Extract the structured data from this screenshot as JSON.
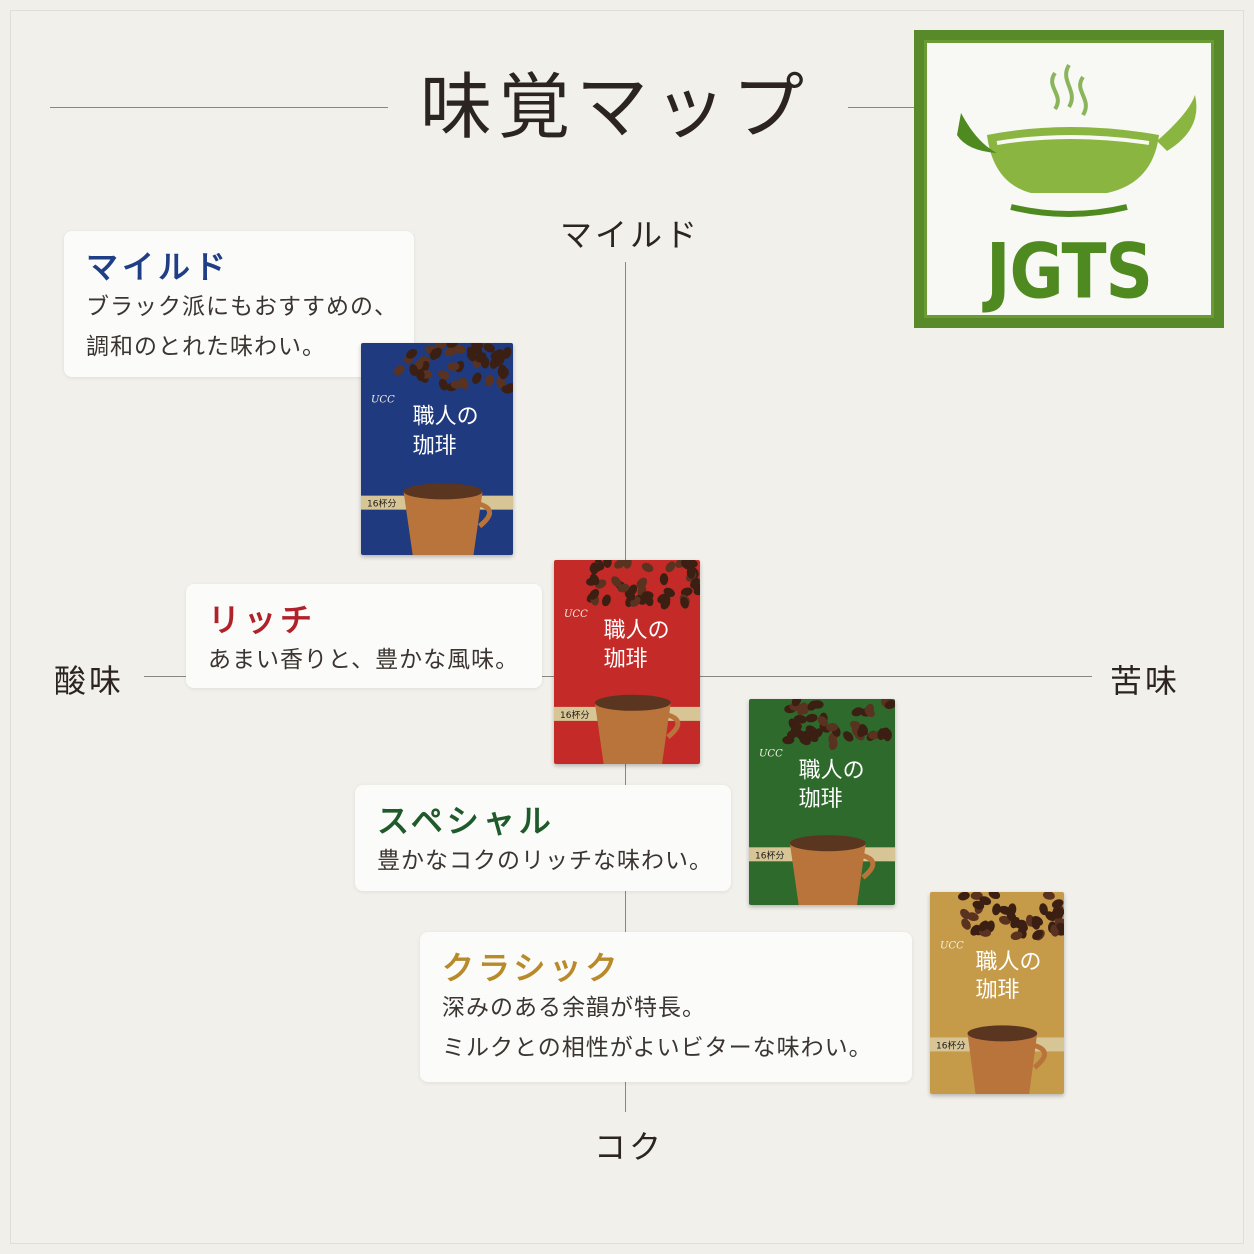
{
  "title": "味覚マップ",
  "axes": {
    "top": "マイルド",
    "bottom": "コク",
    "left": "酸味",
    "right": "苦味"
  },
  "logo": {
    "text": "JGTS",
    "icon": "green-tea-cup-icon"
  },
  "products": [
    {
      "id": "mild",
      "name": "マイルド",
      "name_color": "#1f3e86",
      "desc_lines": [
        "ブラック派にもおすすめの、",
        "調和のとれた味わい。"
      ],
      "pack_color": "#1f3a7e",
      "pack_brand": "UCC",
      "pack_title": "職人の珈琲",
      "pack_count": "16杯分"
    },
    {
      "id": "rich",
      "name": "リッチ",
      "name_color": "#b1212a",
      "desc_lines": [
        "あまい香りと、豊かな風味。"
      ],
      "pack_color": "#c42a27",
      "pack_brand": "UCC",
      "pack_title": "職人の珈琲",
      "pack_count": "16杯分"
    },
    {
      "id": "special",
      "name": "スペシャル",
      "name_color": "#1f5a2a",
      "desc_lines": [
        "豊かなコクのリッチな味わい。"
      ],
      "pack_color": "#2d6a2c",
      "pack_brand": "UCC",
      "pack_title": "職人の珈琲",
      "pack_count": "16杯分"
    },
    {
      "id": "classic",
      "name": "クラシック",
      "name_color": "#b88a2a",
      "desc_lines": [
        "深みのある余韻が特長。",
        "ミルクとの相性がよいビターな味わい。"
      ],
      "pack_color": "#c59a48",
      "pack_brand": "UCC",
      "pack_title": "職人の珈琲",
      "pack_count": "16杯分"
    }
  ]
}
